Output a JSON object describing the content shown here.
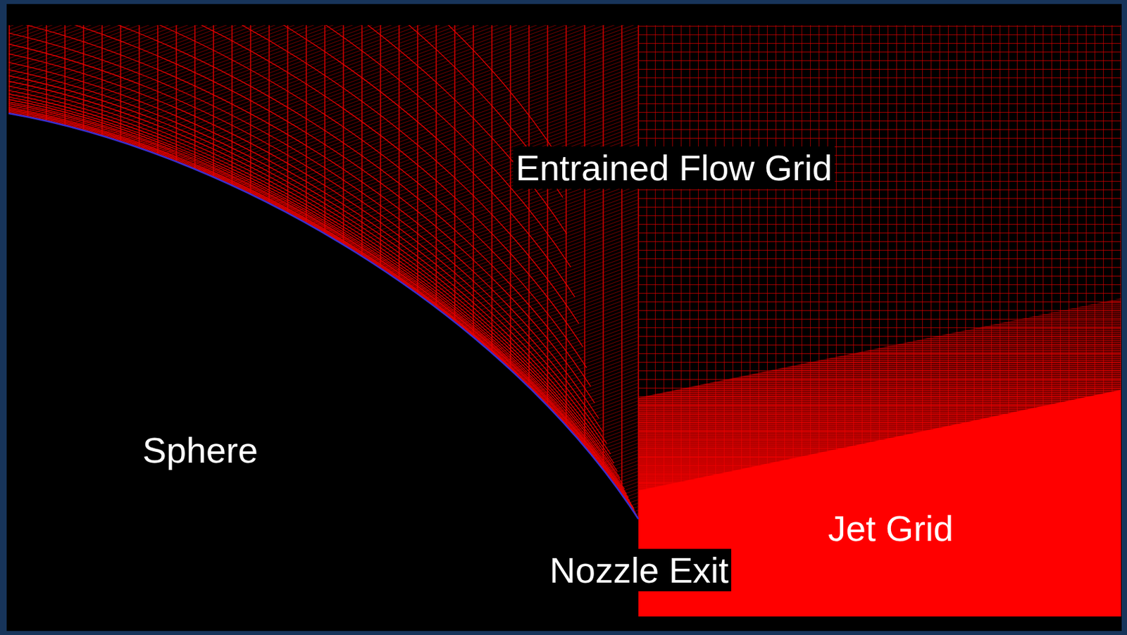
{
  "diagram": {
    "labels": [
      "Entrained Flow Grid",
      "Sphere",
      "Nozzle Exit",
      "Jet Grid"
    ]
  }
}
